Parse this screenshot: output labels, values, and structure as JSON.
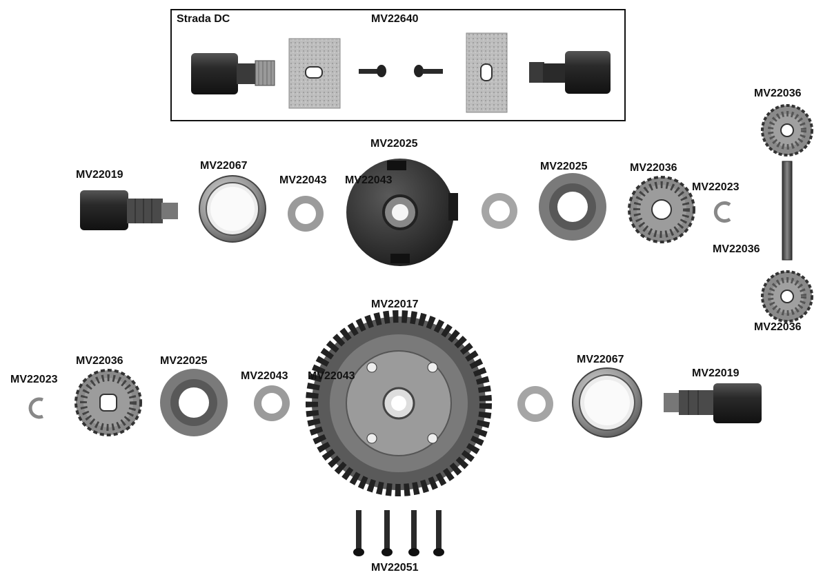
{
  "kit_box": {
    "model_name": "Strada DC",
    "part_number": "MV22640"
  },
  "labels": {
    "row1_outdrive_left": "MV22019",
    "row1_bearing": "MV22067",
    "row1_washer_a": "MV22043",
    "row1_washer_b": "MV22043",
    "row1_case": "MV22025",
    "row1_cap": "MV22025",
    "row1_gear": "MV22036",
    "row1_clip": "MV22023",
    "spider_top_gear": "MV22036",
    "spider_shaft": "MV22036",
    "spider_bottom_gear": "MV22036",
    "row2_ring_gear": "MV22017",
    "row2_clip": "MV22023",
    "row2_gear": "MV22036",
    "row2_cap": "MV22025",
    "row2_washer_a": "MV22043",
    "row2_washer_b": "MV22043",
    "row2_bearing": "MV22067",
    "row2_outdrive_right": "MV22019",
    "screws": "MV22051"
  }
}
